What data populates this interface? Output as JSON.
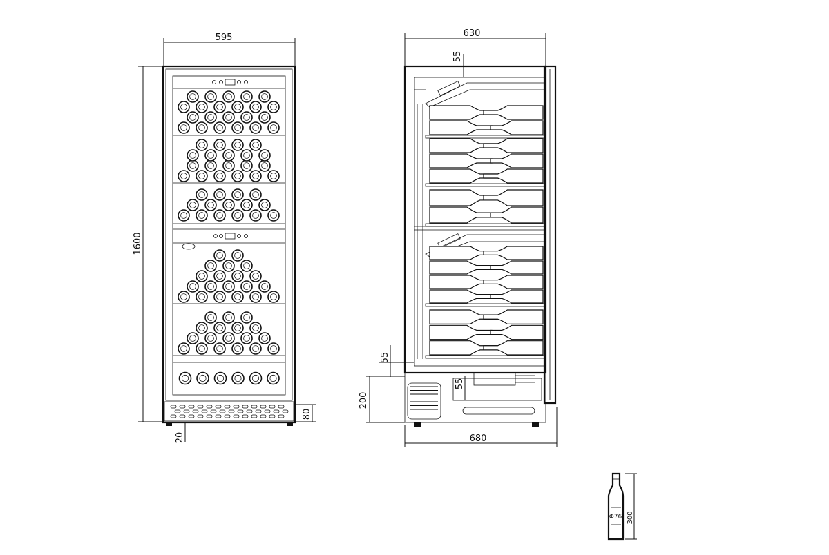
{
  "front_view": {
    "width_label": "595",
    "height_label": "1600",
    "foot_label": "20",
    "kick_label": "80"
  },
  "side_view": {
    "width_label": "630",
    "depth_label": "680",
    "top_gap_label": "55",
    "shelf_gap_label": "55",
    "compressor_gap_label": "55",
    "base_height_label": "200"
  },
  "bottle": {
    "diameter_label": "Φ76",
    "height_label": "300"
  }
}
